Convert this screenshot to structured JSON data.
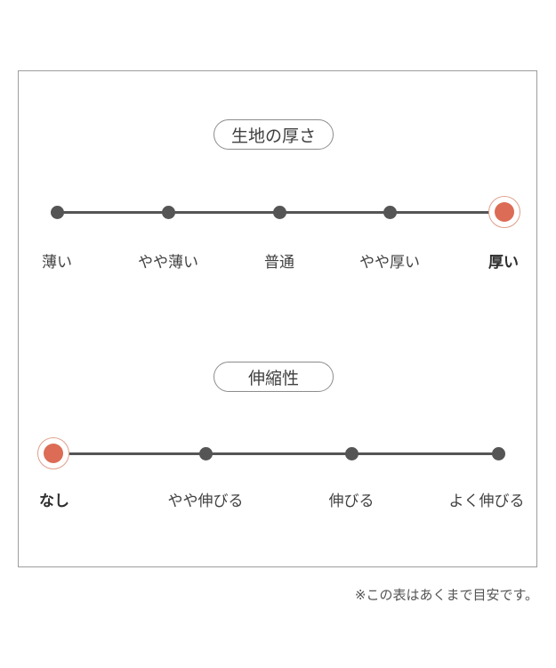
{
  "thickness": {
    "title": "生地の厚さ",
    "labels": [
      "薄い",
      "やや薄い",
      "普通",
      "やや厚い",
      "厚い"
    ],
    "selected_index": 4
  },
  "stretch": {
    "title": "伸縮性",
    "labels": [
      "なし",
      "やや伸びる",
      "伸びる",
      "よく伸びる"
    ],
    "selected_index": 0
  },
  "note": "※この表はあくまで目安です。",
  "colors": {
    "accent": "#dc6c55",
    "track": "#555555",
    "border": "#9d9d9d"
  }
}
